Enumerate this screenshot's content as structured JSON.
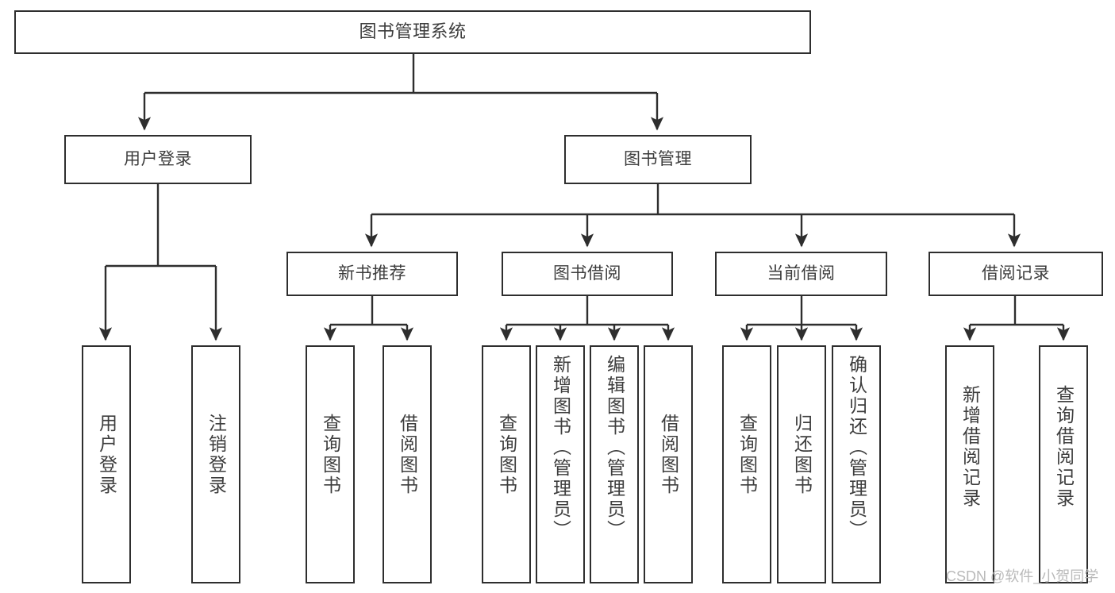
{
  "diagram": {
    "title": "图书管理系统",
    "type": "tree-hierarchy",
    "colors": {
      "stroke": "#2e2e2e",
      "fill": "#ffffff",
      "text": "#3d3d3d",
      "watermark": "#b9b9b9"
    },
    "root": {
      "label": "图书管理系统"
    },
    "level2": [
      {
        "label": "用户登录"
      },
      {
        "label": "图书管理"
      }
    ],
    "level3": [
      {
        "label": "新书推荐"
      },
      {
        "label": "图书借阅"
      },
      {
        "label": "当前借阅"
      },
      {
        "label": "借阅记录"
      }
    ],
    "leaves": {
      "user_login": [
        {
          "label": "用户登录"
        },
        {
          "label": "注销登录"
        }
      ],
      "new_book": [
        {
          "label": "查询图书"
        },
        {
          "label": "借阅图书"
        }
      ],
      "book_borrow": [
        {
          "label": "查询图书"
        },
        {
          "label": "新增图书（管理员）"
        },
        {
          "label": "编辑图书（管理员）"
        },
        {
          "label": "借阅图书"
        }
      ],
      "current_borrow": [
        {
          "label": "查询图书"
        },
        {
          "label": "归还图书"
        },
        {
          "label": "确认归还（管理员）"
        }
      ],
      "borrow_record": [
        {
          "label": "新增借阅记录"
        },
        {
          "label": "查询借阅记录"
        }
      ]
    }
  },
  "watermark": {
    "text": "CSDN @软件_小贺同学"
  }
}
